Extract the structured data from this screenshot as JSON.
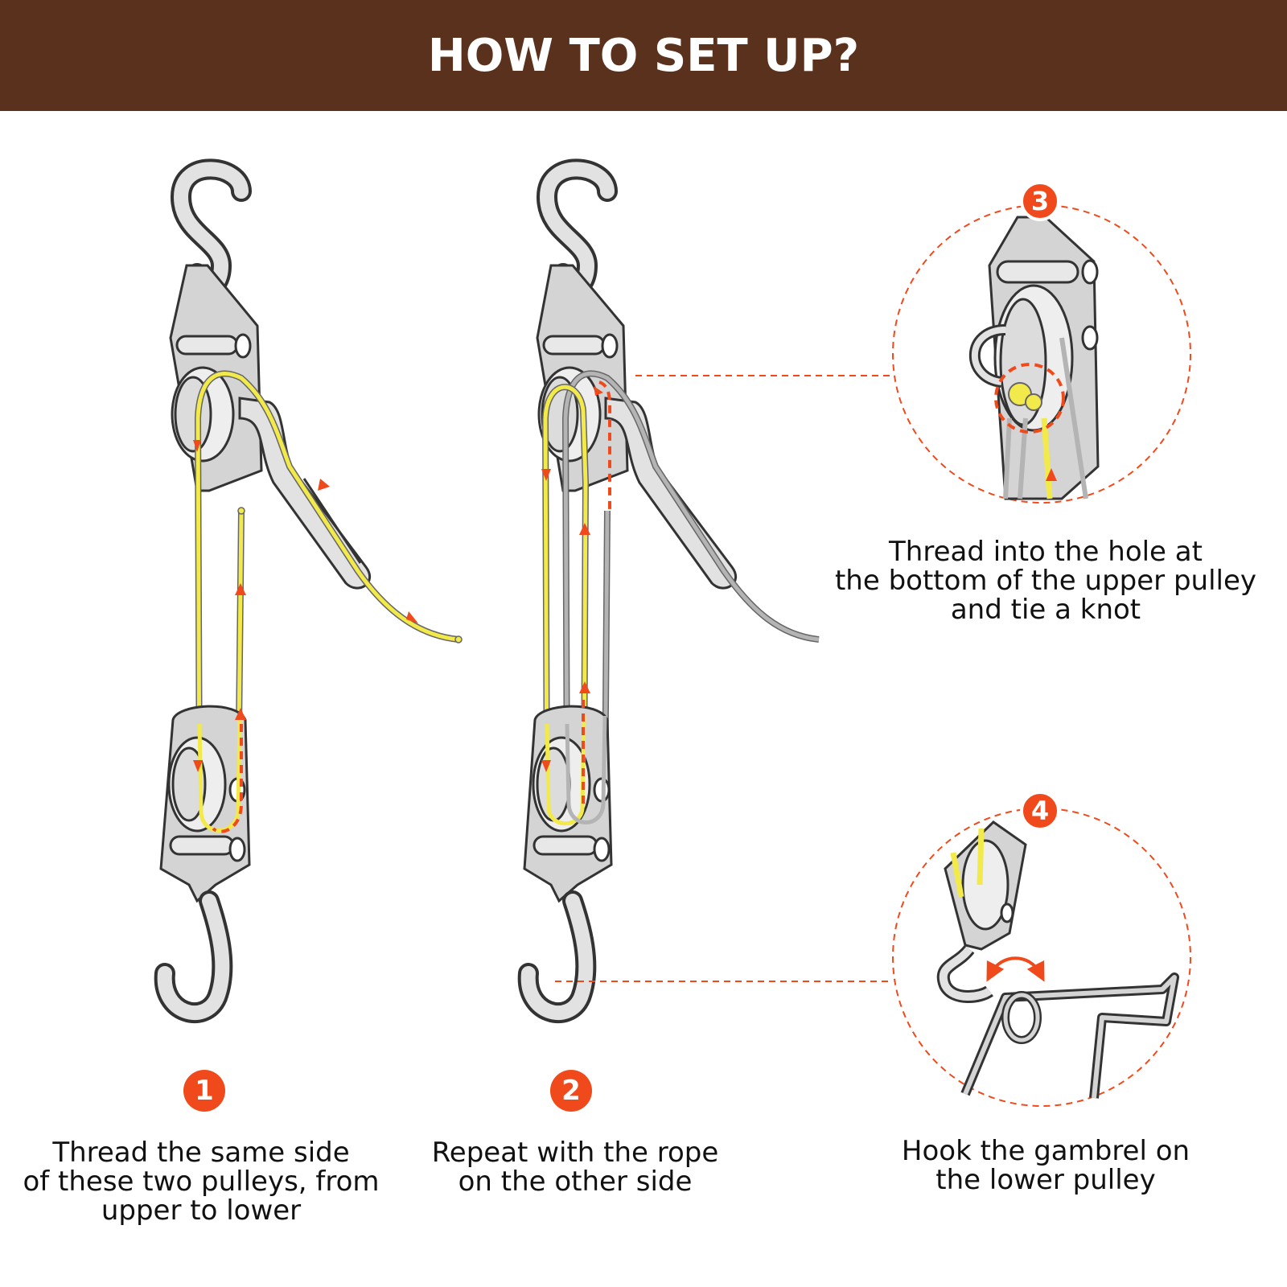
{
  "header": {
    "title": "HOW TO SET UP?"
  },
  "colors": {
    "header_bg": "#5a311c",
    "accent": "#f04a1c",
    "rope_yellow": "#f2ea4a",
    "rope_gray": "#b4b4b4",
    "metal": "#d4d4d4",
    "outline": "#333333"
  },
  "steps": [
    {
      "number": "1",
      "lines": [
        "Thread the same side",
        "of these two pulleys, from",
        "upper to lower"
      ]
    },
    {
      "number": "2",
      "lines": [
        "Repeat with the rope",
        "on the other side"
      ]
    },
    {
      "number": "3",
      "lines": [
        "Thread into the hole at",
        "the bottom of the upper pulley",
        "and tie a knot"
      ]
    },
    {
      "number": "4",
      "lines": [
        "Hook the gambrel on",
        "the lower pulley"
      ]
    }
  ],
  "icons": [
    "s-hook-icon",
    "pulley-icon",
    "rope-icon",
    "arrow-icon",
    "gambrel-icon",
    "knot-icon"
  ]
}
